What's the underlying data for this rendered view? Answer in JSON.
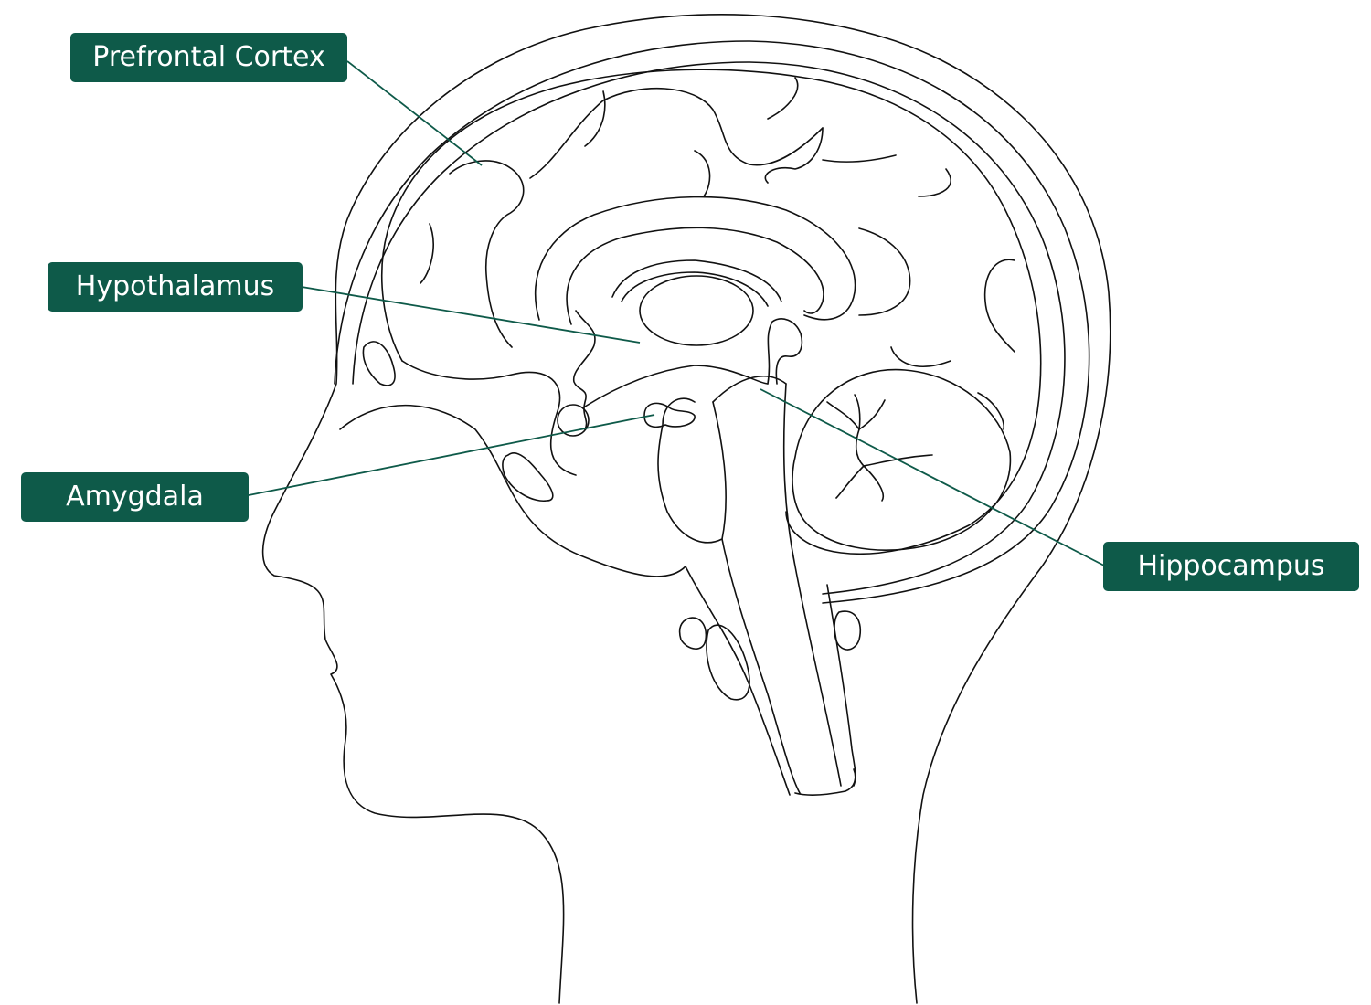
{
  "colors": {
    "label_bg": "#0e5a49",
    "label_text": "#ffffff",
    "leader_line": "#0e5a49",
    "outline": "#111111"
  },
  "labels": {
    "prefrontal_cortex": "Prefrontal Cortex",
    "hypothalamus": "Hypothalamus",
    "amygdala": "Amygdala",
    "hippocampus": "Hippocampus"
  }
}
